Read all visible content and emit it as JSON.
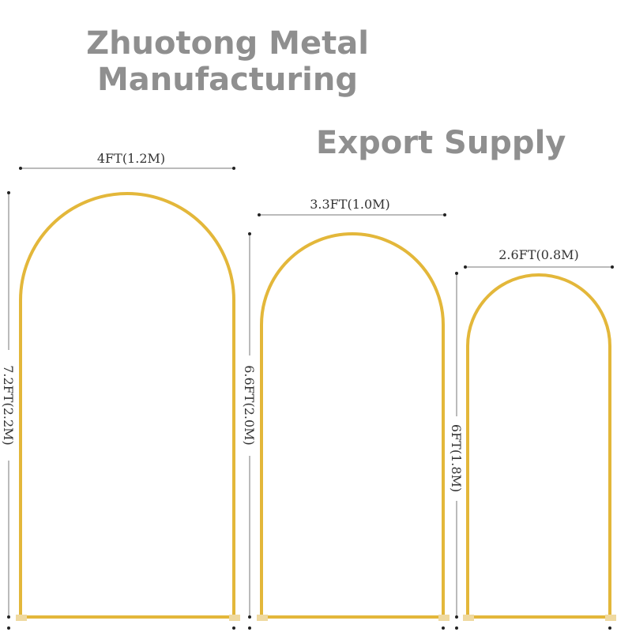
{
  "watermark": {
    "line1": "Zhuotong Metal",
    "line2": "Manufacturing",
    "tagline": "Export Supply"
  },
  "arches": [
    {
      "width_label": "4FT(1.2M)",
      "height_label": "7.2FT(2.2M)"
    },
    {
      "width_label": "3.3FT(1.0M)",
      "height_label": "6.6FT(2.0M)"
    },
    {
      "width_label": "2.6FT(0.8M)",
      "height_label": "6FT(1.8M)"
    }
  ],
  "colors": {
    "frame": "#e3b73a",
    "frame_base": "#efd9a0",
    "dimension_line": "#777777",
    "watermark_text": "#8f8f8f"
  }
}
